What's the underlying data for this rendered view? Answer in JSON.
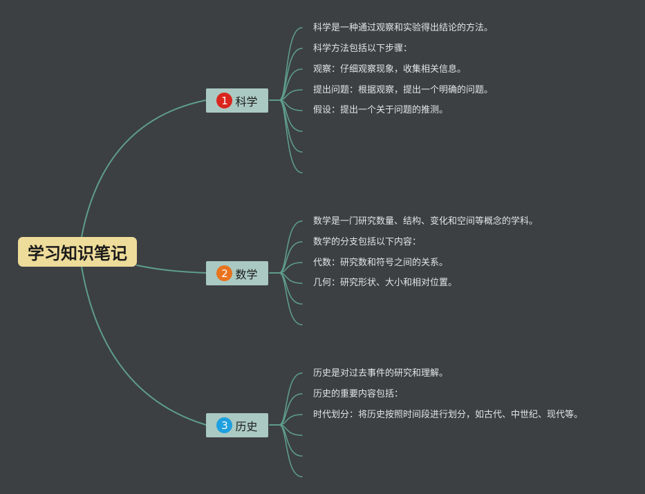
{
  "root": {
    "title": "学习知识笔记"
  },
  "colors": {
    "background": "#3c4043",
    "line": "#5f9e8a",
    "root_bg": "#eedc9a",
    "branch_bg": "#aac9c2"
  },
  "branches": [
    {
      "number": "1",
      "label": "科学",
      "badge_color": "#d9251d",
      "leaves": [
        "科学是一种通过观察和实验得出结论的方法。",
        "科学方法包括以下步骤：",
        "观察：仔细观察现象，收集相关信息。",
        "提出问题：根据观察，提出一个明确的问题。",
        "假设：提出一个关于问题的推测。",
        "",
        "",
        ""
      ]
    },
    {
      "number": "2",
      "label": "数学",
      "badge_color": "#e8731e",
      "leaves": [
        "数学是一门研究数量、结构、变化和空间等概念的学科。",
        "数学的分支包括以下内容：",
        "代数：研究数和符号之间的关系。",
        "几何：研究形状、大小和相对位置。",
        "",
        ""
      ]
    },
    {
      "number": "3",
      "label": "历史",
      "badge_color": "#1e9fe0",
      "leaves": [
        "历史是对过去事件的研究和理解。",
        "历史的重要内容包括：",
        "时代划分：将历史按照时间段进行划分，如古代、中世纪、现代等。",
        "",
        "",
        ""
      ]
    }
  ]
}
